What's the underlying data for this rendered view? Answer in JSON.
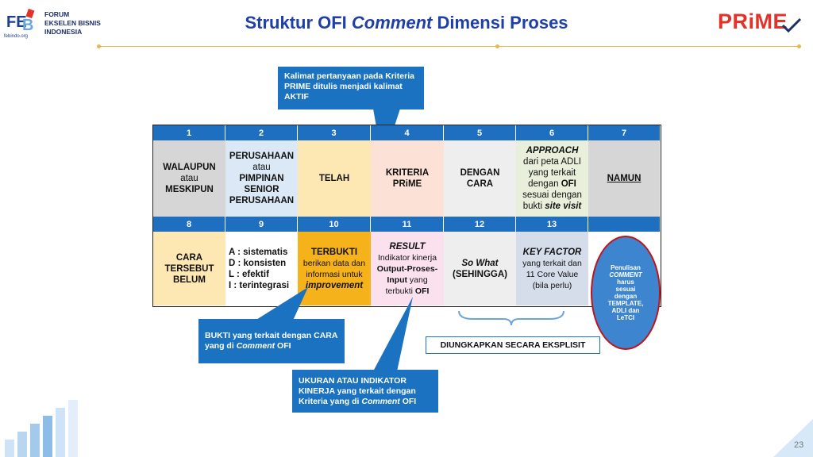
{
  "header": {
    "logo_text": "FEB",
    "logo_site": "febindo.org",
    "org_lines": [
      "FORUM",
      "EKSELEN BISNIS",
      "INDONESIA"
    ],
    "title_part1": "Struktur OFI ",
    "title_italic": "Comment",
    "title_part2": " Dimensi Proses",
    "prime_logo": "PRiME"
  },
  "colors": {
    "title_blue": "#1f3fa8",
    "header_blue": "#1f6fc0",
    "callout_blue": "#1a72c0",
    "prime_red": "#e2322a",
    "oval_border": "#c0121a"
  },
  "callouts": {
    "top": "Kalimat pertanyaan pada Kriteria PRIME ditulis menjadi kalimat AKTIF",
    "bukti_a": "BUKTI yang terkait dengan CARA yang di ",
    "bukti_i": "Comment",
    "bukti_b": " OFI",
    "ukuran_a": "UKURAN ATAU INDIKATOR KINERJA yang terkait dengan Kriteria yang di ",
    "ukuran_i": "Comment",
    "ukuran_b": " OFI",
    "ekspl": "DIUNGKAPKAN SECARA EKSPLISIT"
  },
  "row1_numbers": [
    "1",
    "2",
    "3",
    "4",
    "5",
    "6",
    "7"
  ],
  "row2_numbers": [
    "8",
    "9",
    "10",
    "11",
    "12",
    "13"
  ],
  "row1": {
    "c1_a": "WALAUPUN",
    "c1_b": "atau",
    "c1_c": "MESKIPUN",
    "c2_a": "PERUSAHAAN",
    "c2_b": "atau",
    "c2_c": "PIMPINAN",
    "c2_d": "SENIOR",
    "c2_e": "PERUSAHAAN",
    "c3": "TELAH",
    "c4_a": "KRITERIA",
    "c4_b": "PRiME",
    "c5_a": "DENGAN",
    "c5_b": "CARA",
    "c6_a": "APPROACH",
    "c6_b": "dari peta ADLI",
    "c6_c": "yang terkait",
    "c6_d_pre": "dengan ",
    "c6_d_b": "OFI",
    "c6_e": "sesuai dengan",
    "c6_f_pre": "bukti ",
    "c6_f_b": "site visit",
    "c7": "NAMUN"
  },
  "row2": {
    "c8_a": "CARA",
    "c8_b": "TERSEBUT",
    "c8_c": "BELUM",
    "c9": [
      "A : sistematis",
      "D : konsisten",
      "L : efektif",
      "I : terintegrasi"
    ],
    "c10_a": "TERBUKTI",
    "c10_b": "berikan data dan",
    "c10_c": "informasi untuk",
    "c10_d": "improvement",
    "c11_a": "RESULT",
    "c11_b": "Indikator kinerja",
    "c11_c": "Output-Proses-",
    "c11_d_b": "Input",
    "c11_d": " yang",
    "c11_e": "terbukti ",
    "c11_e_b": "OFI",
    "c12_a": "So What",
    "c12_b": "(SEHINGGA)",
    "c13_a": "KEY FACTOR",
    "c13_b": "yang terkait dan",
    "c13_c": "11 Core Value",
    "c13_d": "(bila perlu)"
  },
  "oval_lines": [
    "Penulisan",
    "COMMENT",
    "harus",
    "sesuai",
    "dengan",
    "TEMPLATE,",
    "ADLI dan",
    "LeTCI"
  ],
  "page_number": "23"
}
